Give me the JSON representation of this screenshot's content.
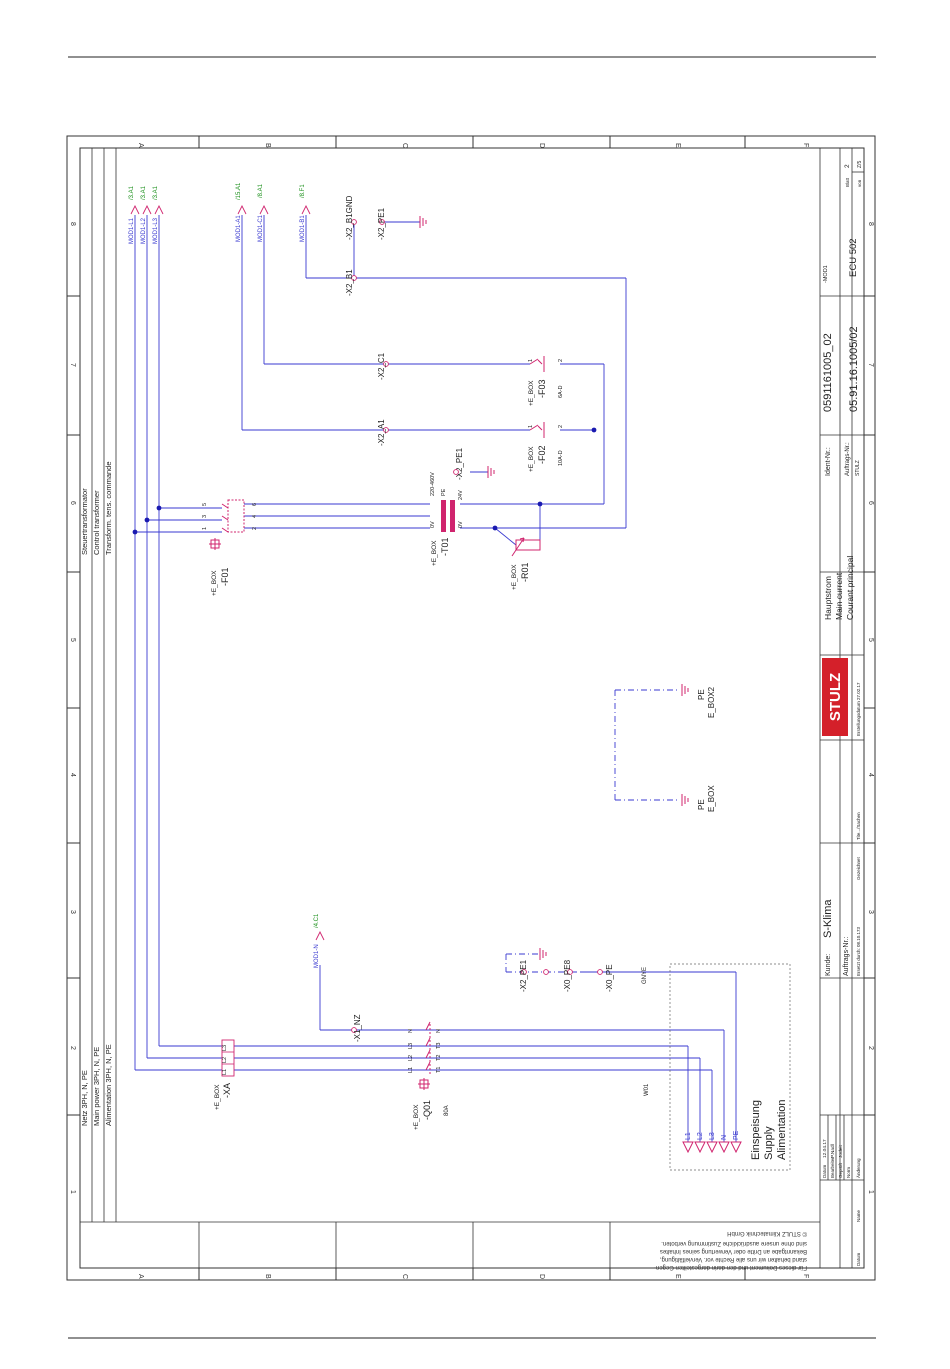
{
  "frame": {
    "row_letters": [
      "A",
      "B",
      "C",
      "D",
      "E",
      "F"
    ],
    "col_numbers": [
      "1",
      "2",
      "3",
      "4",
      "5",
      "6",
      "7",
      "8"
    ]
  },
  "title_block": {
    "customer_label": "Kunde:",
    "customer": "S-Klima",
    "order_label": "Auftrags-Nr.:",
    "replaces": "Ersetzt durch: 08.10.173",
    "drawn_label": "Gezeichnet",
    "title_lines": [
      "Hauptstrom",
      "Main current",
      "Courant principal"
    ],
    "ident_label": "Ident-Nr.:",
    "ident": "0591161005_02",
    "order2_label": "Auftrags-Nr.:",
    "drawing_no": "05.91.16.1005/02",
    "company": "STULZ",
    "device": "ECU 502",
    "ref": "-MOD1",
    "sheet_label": "Blatt",
    "sheet_no": "2",
    "of_label": "von",
    "sheet_total": "Z/5",
    "created": "Erstellungsdatum  27.02.17",
    "tile_label": "Tite.../Sachen",
    "brand": "STULZ",
    "rev_rows": [
      "Datum",
      "Bearbeiter",
      "Geprüft",
      "Norm"
    ],
    "rev_vals": [
      "12.04.17",
      "P.Nadl",
      "Jodeit",
      ""
    ],
    "change_labels": [
      "Änderung",
      "Datum",
      "Name"
    ]
  },
  "copyright": {
    "lines": [
      "Für dieses Dokument und den darin dargestellten Gegen-",
      "stand behalten wir uns alle Rechte vor. Vervielfältigung,",
      "Bekanntgabe an Dritte oder Verwertung seines Inhaltes",
      "sind ohne unsere ausdrückliche Zustimmung verboten.",
      "© STULZ Klimatechnik GmbH"
    ]
  },
  "network": {
    "lines": [
      "Netz 3PH, N, PE",
      "Main power 3PH, N, PE",
      "Alimentation 3PH, N, PE"
    ]
  },
  "control_transformer": {
    "lines": [
      "Steuertransformator",
      "Control transformer",
      "Transform. tens. commande"
    ]
  },
  "supply": {
    "lines": [
      "Einspeisung",
      "Supply",
      "Alimentation"
    ],
    "terminals": [
      "L1",
      "L2",
      "L3",
      "N",
      "PE"
    ]
  },
  "devices": {
    "xa": {
      "box": "+E_BOX",
      "tag": "-XA",
      "pins": [
        "L1",
        "L2",
        "L3"
      ]
    },
    "q01": {
      "box": "+E_BOX",
      "tag": "-Q01",
      "rating": "80A",
      "top": [
        "L1",
        "L2",
        "L3",
        "N"
      ],
      "bottom": [
        "T1",
        "T2",
        "T3",
        "N"
      ]
    },
    "f01": {
      "box": "+E_BOX",
      "tag": "-F01",
      "top": [
        "1",
        "3",
        "5"
      ],
      "bottom": [
        "2",
        "4",
        "6"
      ]
    },
    "t01": {
      "box": "+E_BOX",
      "tag": "-T01",
      "pri_v": "220-460V",
      "pri_pe": "PE",
      "pri_0v": "0V",
      "sec_v": "24V",
      "sec_0v": "0V"
    },
    "r01": {
      "box": "+E_BOX",
      "tag": "-R01"
    },
    "f02": {
      "box": "+E_BOX",
      "tag": "-F02",
      "rating": "10A-D",
      "pin1": "1",
      "pin2": "2"
    },
    "f03": {
      "box": "+E_BOX",
      "tag": "-F03",
      "rating": "6A-D",
      "pin1": "1",
      "pin2": "2"
    },
    "x1_n": "-X1_NZ",
    "x2_pe1_t": "-X2_PE1",
    "x2_pe1": "-X2_PE1",
    "x0_pe8": "-X0_PE8",
    "x0_pe": "-X0_PE",
    "x2_a1": "-X2_A1",
    "x2_c1": "-X2_C1",
    "x2_b1": "-X2_B1",
    "x2_b1gnd": "-X2_B1GND",
    "x2_pe1_top": "-X2_PE1",
    "gnye": "GNYE",
    "w01": "W01",
    "pe_e_box": [
      "PE",
      "E_BOX"
    ],
    "pe_e_box2": [
      "PE",
      "E_BOX2"
    ]
  },
  "xrefs": {
    "mod1_l1": "MOD1-L1",
    "mod1_l2": "MOD1-L2",
    "mod1_l3": "MOD1-L3",
    "ref_l1": "/3.A1",
    "ref_l2": "/3.A1",
    "ref_l3": "/3.A1",
    "mod1_a1": "MOD1-A1",
    "ref_a1": "/15.A1",
    "mod1_c1": "MOD1-C1",
    "ref_c1": "/8.A1",
    "mod1_b1": "MOD1-B1",
    "ref_b1": "/8.F1",
    "mod1_n": "MOD1-N",
    "ref_n": "/4.C1"
  },
  "colors": {
    "wire": "#3a3ad0",
    "device": "#d0246e",
    "xref": "#1a8f1a",
    "frame": "#333333",
    "brand": "#d4202a"
  }
}
